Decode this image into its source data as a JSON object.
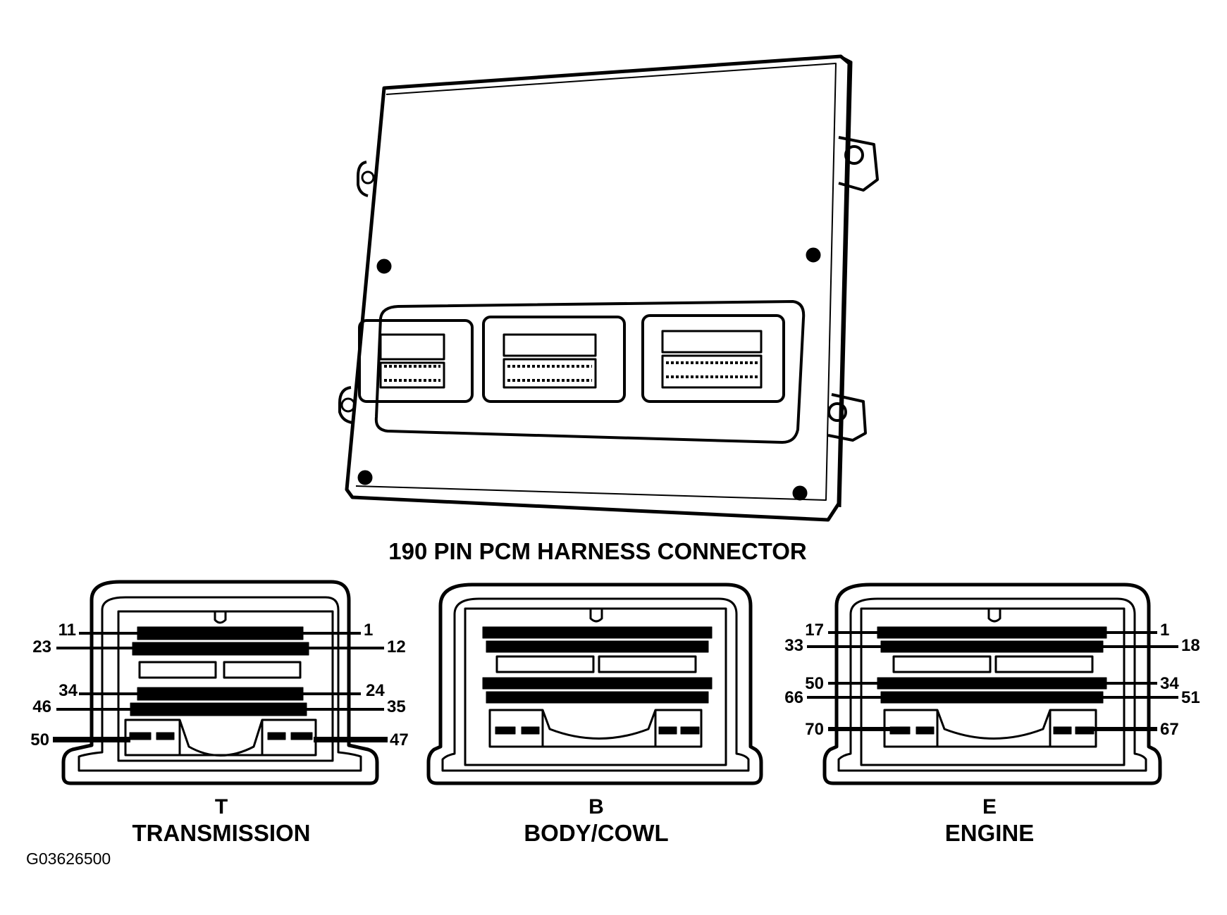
{
  "diagram_title": "190 PIN PCM HARNESS CONNECTOR",
  "figure_id": "G03626500",
  "connectors": [
    {
      "letter": "T",
      "name": "TRANSMISSION",
      "pin_labels": {
        "row1_left": "11",
        "row1_right": "1",
        "row2_left": "23",
        "row2_right": "12",
        "row3_left": "34",
        "row3_right": "24",
        "row4_left": "46",
        "row4_right": "35",
        "row5_left": "50",
        "row5_right": "47"
      }
    },
    {
      "letter": "B",
      "name": "BODY/COWL"
    },
    {
      "letter": "E",
      "name": "ENGINE",
      "pin_labels": {
        "row1_left": "17",
        "row1_right": "1",
        "row2_left": "33",
        "row2_right": "18",
        "row3_left": "50",
        "row3_right": "34",
        "row4_left": "66",
        "row4_right": "51",
        "row5_left": "70",
        "row5_right": "67"
      }
    }
  ]
}
